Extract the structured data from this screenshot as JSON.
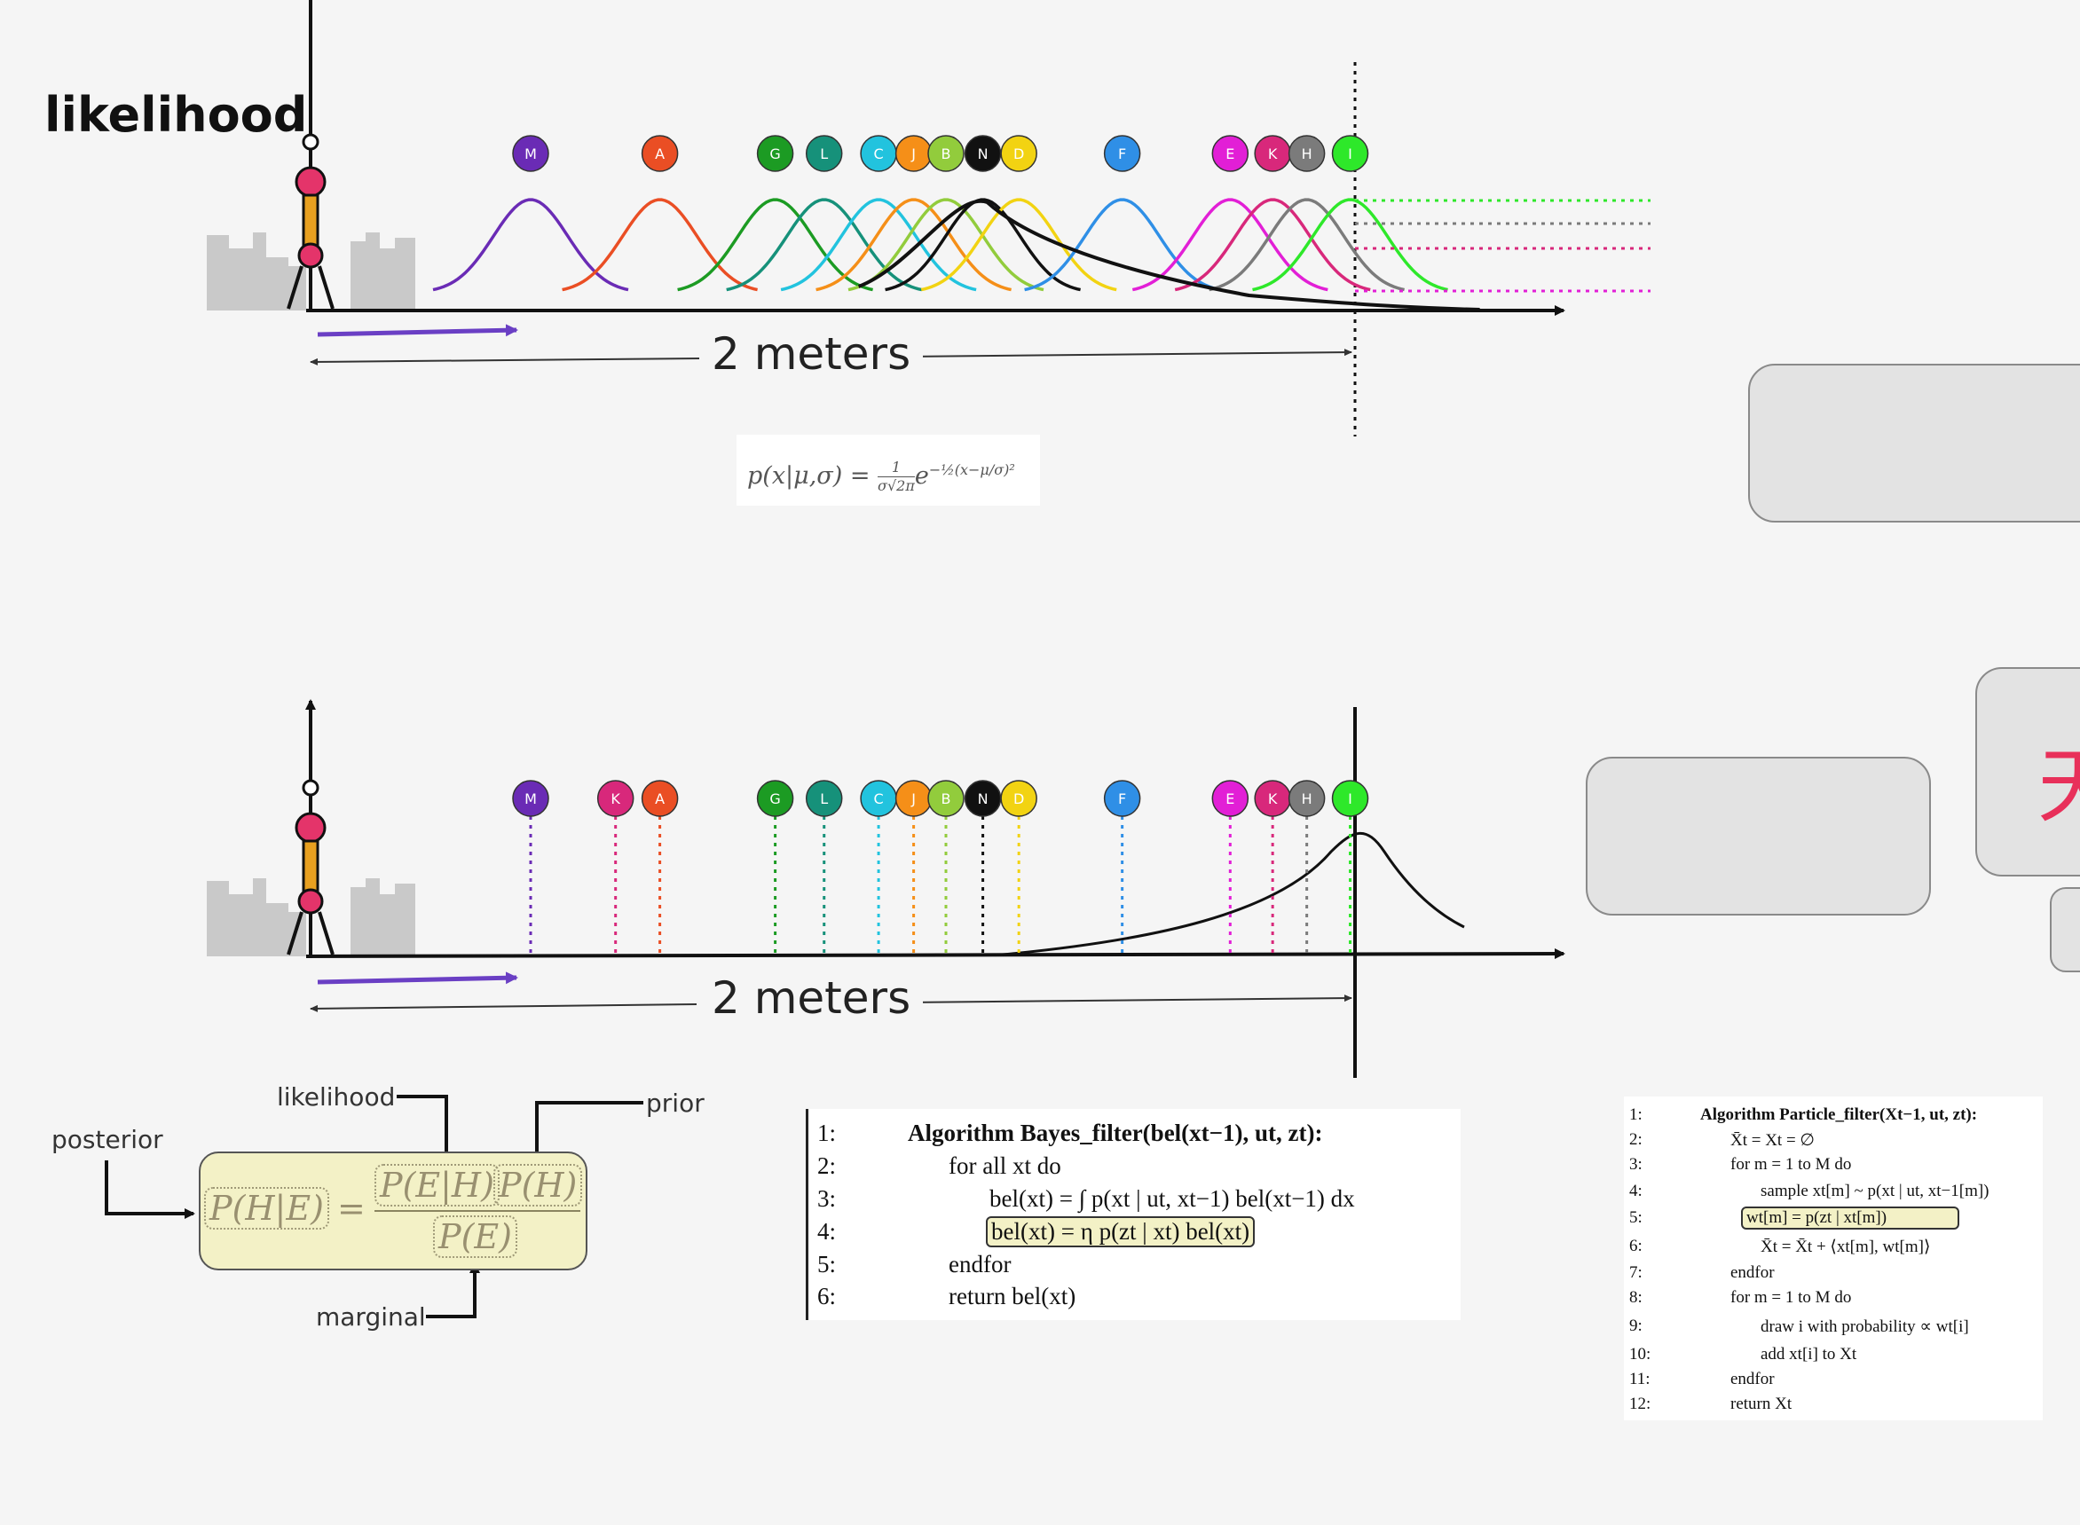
{
  "top_title": "likelihood",
  "distance_label_top": "2 meters",
  "distance_label_bottom": "2 meters",
  "formula": {
    "lhs": "p(x|μ,σ) =",
    "frac_num": "1",
    "frac_den": "σ√2π",
    "exp_base": "e",
    "exponent": "−½(x−μ/σ)²"
  },
  "markers": [
    {
      "letter": "M",
      "x": 0.075,
      "color": "#6a2bb5"
    },
    {
      "letter": "A",
      "x": 0.215,
      "color": "#ea4e24"
    },
    {
      "letter": "G",
      "x": 0.34,
      "color": "#1c9b23"
    },
    {
      "letter": "L",
      "x": 0.393,
      "color": "#16917a"
    },
    {
      "letter": "C",
      "x": 0.452,
      "color": "#22c3de"
    },
    {
      "letter": "J",
      "x": 0.49,
      "color": "#f58f18"
    },
    {
      "letter": "B",
      "x": 0.525,
      "color": "#92cc3c"
    },
    {
      "letter": "N",
      "x": 0.565,
      "color": "#111111"
    },
    {
      "letter": "D",
      "x": 0.604,
      "color": "#f2d312"
    },
    {
      "letter": "F",
      "x": 0.716,
      "color": "#2f8fe6"
    },
    {
      "letter": "E",
      "x": 0.833,
      "color": "#e21fd6"
    },
    {
      "letter": "K",
      "x": 0.879,
      "color": "#d8287b"
    },
    {
      "letter": "H",
      "x": 0.916,
      "color": "#7b7b7b"
    },
    {
      "letter": "I",
      "x": 0.963,
      "color": "#2ee82a"
    }
  ],
  "bottom_markers": [
    {
      "letter": "M",
      "x": 0.075,
      "color": "#6a2bb5"
    },
    {
      "letter": "K",
      "x": 0.167,
      "color": "#d8287b"
    },
    {
      "letter": "A",
      "x": 0.215,
      "color": "#ea4e24"
    },
    {
      "letter": "G",
      "x": 0.34,
      "color": "#1c9b23"
    },
    {
      "letter": "L",
      "x": 0.393,
      "color": "#16917a"
    },
    {
      "letter": "C",
      "x": 0.452,
      "color": "#22c3de"
    },
    {
      "letter": "J",
      "x": 0.49,
      "color": "#f58f18"
    },
    {
      "letter": "B",
      "x": 0.525,
      "color": "#92cc3c"
    },
    {
      "letter": "N",
      "x": 0.565,
      "color": "#111111"
    },
    {
      "letter": "D",
      "x": 0.604,
      "color": "#f2d312"
    },
    {
      "letter": "F",
      "x": 0.716,
      "color": "#2f8fe6"
    },
    {
      "letter": "E",
      "x": 0.833,
      "color": "#e21fd6"
    },
    {
      "letter": "K",
      "x": 0.879,
      "color": "#d8287b"
    },
    {
      "letter": "H",
      "x": 0.916,
      "color": "#7b7b7b"
    },
    {
      "letter": "I",
      "x": 0.963,
      "color": "#2ee82a"
    }
  ],
  "bayes": {
    "posterior": "posterior",
    "likelihood": "likelihood",
    "prior": "prior",
    "marginal": "marginal",
    "lhs": "P(H|E)",
    "eq": "=",
    "num_a": "P(E|H)",
    "num_b": "P(H)",
    "den": "P(E)"
  },
  "bayes_filter": {
    "lines": [
      {
        "n": "1:",
        "text": "Algorithm Bayes_filter(bel(xt−1), ut, zt):"
      },
      {
        "n": "2:",
        "text": "for all xt do"
      },
      {
        "n": "3:",
        "text": "bel(xt) = ∫ p(xt | ut, xt−1) bel(xt−1) dx"
      },
      {
        "n": "4:",
        "text": "bel(xt) = η p(zt | xt) bel(xt)"
      },
      {
        "n": "5:",
        "text": "endfor"
      },
      {
        "n": "6:",
        "text": "return bel(xt)"
      }
    ]
  },
  "particle_filter": {
    "lines": [
      {
        "n": "1:",
        "text": "Algorithm Particle_filter(Xt−1, ut, zt):"
      },
      {
        "n": "2:",
        "text": "X̄t = Xt = ∅"
      },
      {
        "n": "3:",
        "text": "for m = 1 to M do"
      },
      {
        "n": "4:",
        "text": "sample xt[m] ~ p(xt | ut, xt−1[m])"
      },
      {
        "n": "5:",
        "text": "wt[m] = p(zt | xt[m])"
      },
      {
        "n": "6:",
        "text": "X̄t = X̄t + ⟨xt[m], wt[m]⟩"
      },
      {
        "n": "7:",
        "text": "endfor"
      },
      {
        "n": "8:",
        "text": "for m = 1 to M do"
      },
      {
        "n": "9:",
        "text": "draw i with probability ∝ wt[i]"
      },
      {
        "n": "10:",
        "text": "add xt[i] to Xt"
      },
      {
        "n": "11:",
        "text": "endfor"
      },
      {
        "n": "12:",
        "text": "return Xt"
      }
    ]
  },
  "side_glyph": "天",
  "colors": {
    "arrow": "#6a3fc4",
    "axis": "#111111",
    "tower_pink": "#e4346a",
    "tower_orange": "#e8a020",
    "city": "#c9c9c9"
  }
}
